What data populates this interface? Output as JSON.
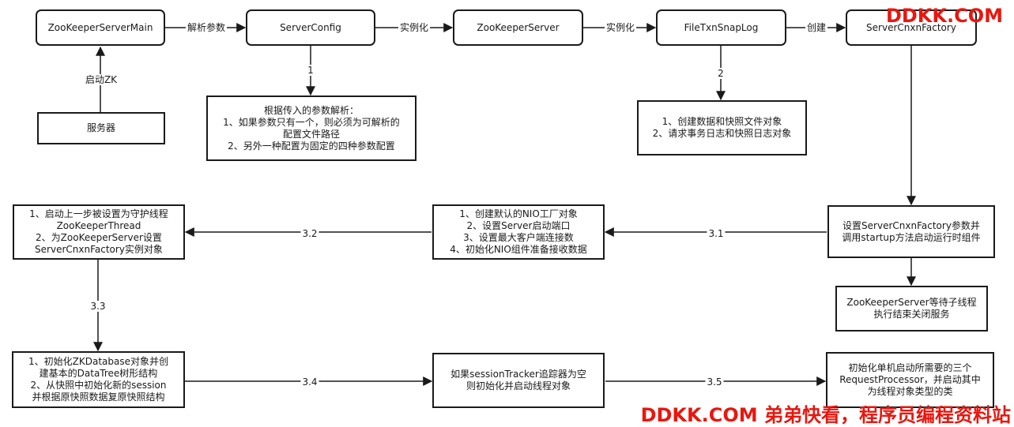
{
  "nodes": {
    "zk_main": "ZooKeeperServerMain",
    "server_config": "ServerConfig",
    "zk_server": "ZooKeeperServer",
    "file_txn": "FileTxnSnapLog",
    "cnxn_factory": "ServerCnxnFactory",
    "server_machine": "服务器",
    "note_config": "根据传入的参数解析：\n1、如果参数只有一个，则必须为可解析的\n配置文件路径\n2、另外一种配置为固定的四种参数配置",
    "note_files": "1、创建数据和快照文件对象\n2、请求事务日志和快照日志对象",
    "setup_factory": "设置ServerCnxnFactory参数并\n调用startup方法启动运行时组件",
    "wait_threads": "ZooKeeperServer等待子线程\n执行结束关闭服务",
    "nio_setup": "1、创建默认的NIO工厂对象\n2、设置Server启动端口\n3、设置最大客户端连接数\n4、初始化NIO组件准备接收数据",
    "daemon_thread": "1、启动上一步被设置为守护线程\nZooKeeperThread\n2、为ZooKeeperServer设置\nServerCnxnFactory实例对象",
    "zk_database": "1、初始化ZKDatabase对象并创\n建基本的DataTree树形结构\n2、从快照中初始化新的session\n并根据原快照数据复原快照结构",
    "session_tracker": "如果sessionTracker追踪器为空\n则初始化并启动线程对象",
    "request_processor": "初始化单机启动所需要的三个\nRequestProcessor，并启动其中\n为线程对象类型的类"
  },
  "edges": {
    "parse_args": "解析参数",
    "instantiate_1": "实例化",
    "instantiate_2": "实例化",
    "create": "创建",
    "start_zk": "启动ZK",
    "step_1": "1",
    "step_2": "2",
    "step_3_1": "3.1",
    "step_3_2": "3.2",
    "step_3_3": "3.3",
    "step_3_4": "3.4",
    "step_3_5": "3.5"
  },
  "watermark": {
    "top": "DDKK.COM",
    "bottom": "DDKK.COM 弟弟快看，程序员编程资料站"
  },
  "colors": {
    "line": "#1a1a1a",
    "watermark": "#e8170f"
  }
}
